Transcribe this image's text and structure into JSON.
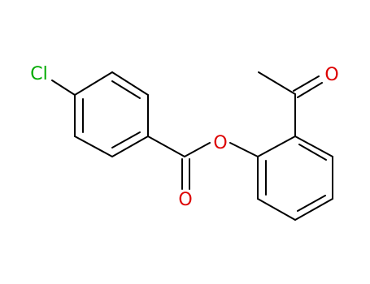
{
  "molecule": {
    "atoms": {
      "chlorine": {
        "label": "Cl",
        "color": "#00aa00"
      },
      "ester_oxygen": {
        "label": "O",
        "color": "#dd0000"
      },
      "carbonyl_oxygen_ester": {
        "label": "O",
        "color": "#dd0000"
      },
      "carbonyl_oxygen_ketone": {
        "label": "O",
        "color": "#dd0000"
      }
    }
  }
}
